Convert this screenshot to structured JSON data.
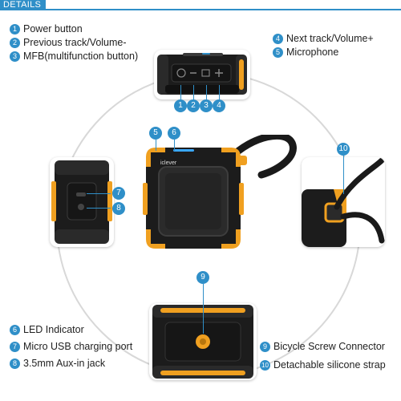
{
  "header": {
    "title": "DETAILS"
  },
  "legend_top_left": [
    {
      "num": "1",
      "label": "Power button"
    },
    {
      "num": "2",
      "label": "Previous track/Volume-"
    },
    {
      "num": "3",
      "label": "MFB(multifunction button)"
    }
  ],
  "legend_top_right": [
    {
      "num": "4",
      "label": "Next track/Volume+"
    },
    {
      "num": "5",
      "label": "Microphone"
    }
  ],
  "legend_bottom_left": [
    {
      "num": "6",
      "label": "LED Indicator"
    },
    {
      "num": "7",
      "label": "Micro USB charging port"
    },
    {
      "num": "8",
      "label": "3.5mm Aux-in jack"
    }
  ],
  "legend_bottom_right": [
    {
      "num": "9",
      "label": "Bicycle Screw Connector"
    },
    {
      "num": "10",
      "label": "Detachable silicone strap"
    }
  ],
  "callouts": {
    "top_buttons": [
      "1",
      "2",
      "3",
      "4"
    ],
    "mic": "5",
    "led": "6",
    "usb": "7",
    "aux": "8",
    "screw": "9",
    "strap": "10"
  },
  "brand": "iclever",
  "colors": {
    "accent": "#2f8fc8",
    "orange": "#f0a020",
    "body": "#1c1c1c",
    "ring": "#d8d8d8"
  }
}
